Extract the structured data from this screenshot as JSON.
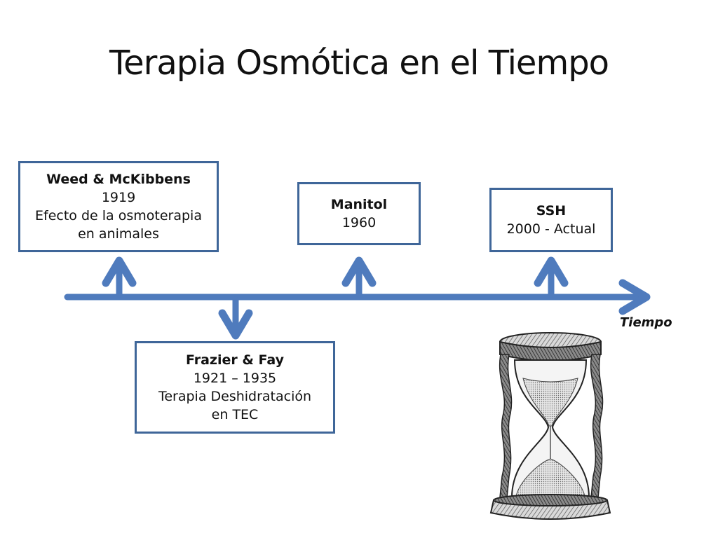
{
  "slide": {
    "title": "Terapia Osmótica en el Tiempo"
  },
  "timeline": {
    "axis_label": "Tiempo",
    "colors": {
      "line": "#4f7bbd",
      "box_border": "#3f6699",
      "text": "#111111"
    },
    "events": [
      {
        "id": "weed",
        "title": "Weed & McKibbens",
        "lines": [
          "1919",
          "Efecto de la osmoterapia",
          "en animales"
        ],
        "position": "above"
      },
      {
        "id": "frazier",
        "title": "Frazier & Fay",
        "lines": [
          "1921 – 1935",
          "Terapia Deshidratación",
          "en TEC"
        ],
        "position": "below"
      },
      {
        "id": "manitol",
        "title": "Manitol",
        "lines": [
          "1960"
        ],
        "position": "above"
      },
      {
        "id": "ssh",
        "title": "SSH",
        "lines": [
          "2000 - Actual"
        ],
        "position": "above"
      }
    ]
  },
  "illustration": {
    "icon": "hourglass-icon"
  }
}
